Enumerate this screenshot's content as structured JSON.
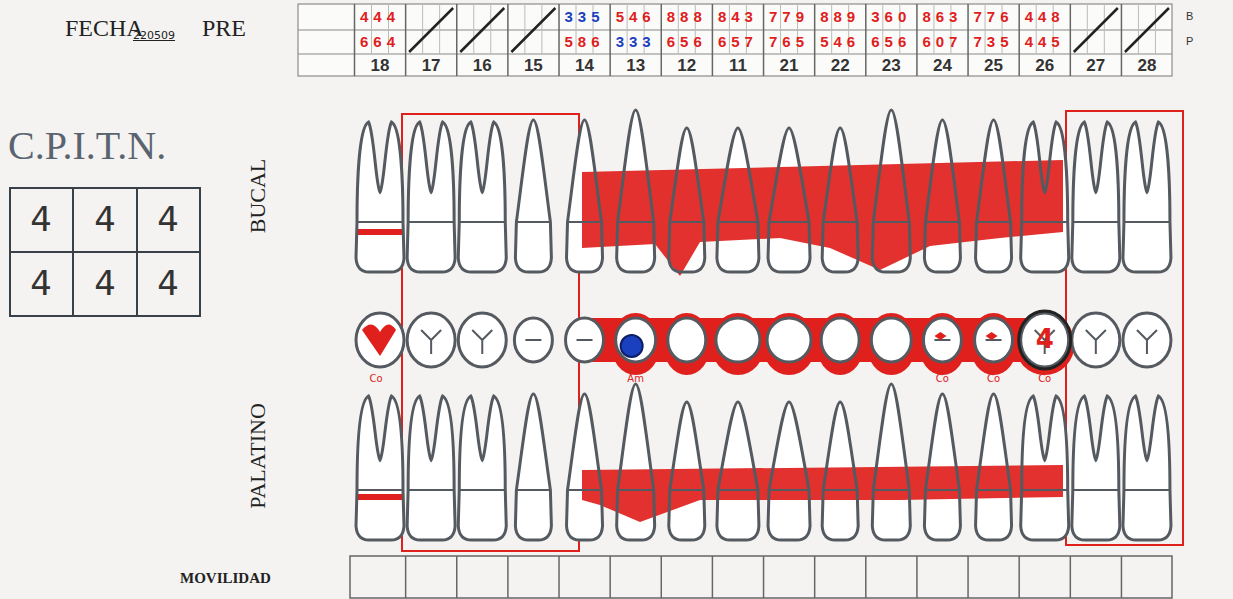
{
  "diagram": {
    "labels": [
      "FECHA",
      "220509",
      "PRE",
      "B",
      "P",
      "444",
      "335",
      "546",
      "888",
      "843",
      "779",
      "889",
      "360",
      "863",
      "776",
      "448",
      "664",
      "586",
      "333",
      "656",
      "657",
      "765",
      "546",
      "656",
      "607",
      "735",
      "445",
      "18",
      "17",
      "16",
      "15",
      "14",
      "13",
      "12",
      "11",
      "21",
      "22",
      "23",
      "24",
      "25",
      "26",
      "27",
      "28",
      "C.P.I.T.N.",
      "4",
      "4",
      "4",
      "4",
      "4",
      "4",
      "BUCAL",
      "Co",
      "Am",
      "Co",
      "Co",
      "Co",
      "4",
      "PALATINO",
      "MOVILIDAD"
    ]
  }
}
